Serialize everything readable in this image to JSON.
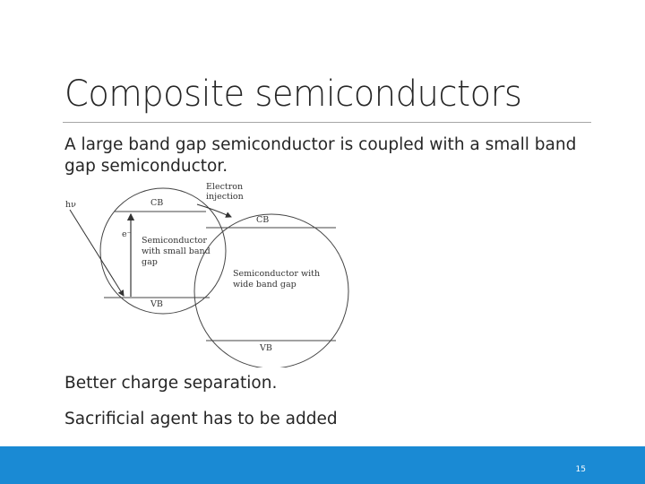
{
  "slide": {
    "title": "Composite semiconductors",
    "paragraphs": [
      "A large band gap semiconductor is coupled with a small band gap semiconductor.",
      "Better charge separation.",
      "Sacrificial agent has to be added"
    ],
    "page_number": "15"
  },
  "diagram": {
    "labels": {
      "photon": "hν",
      "electron": "e⁻",
      "electron_injection_line1": "Electron",
      "electron_injection_line2": "injection",
      "cb_small": "CB",
      "cb_wide": "CB",
      "vb_small": "VB",
      "vb_wide": "VB",
      "small_gap_line1": "Semiconductor",
      "small_gap_line2": "with small band",
      "small_gap_line3": "gap",
      "wide_gap_line1": "Semiconductor with",
      "wide_gap_line2": "wide band gap"
    }
  },
  "colors": {
    "footer": "#1a8ad4",
    "text": "#262626",
    "rule": "#a6a6a6"
  }
}
